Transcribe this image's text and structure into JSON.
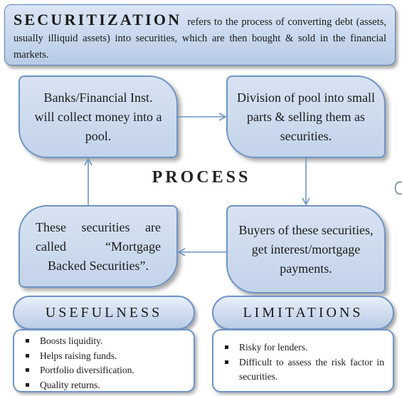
{
  "header": {
    "title": "SECURITIZATION",
    "text": "refers to the process of converting debt (assets, usually illiquid assets) into securities, which are then bought & sold in the financial markets."
  },
  "center_label": "PROCESS",
  "steps": [
    {
      "text": "Banks/Financial Inst. will collect money into a pool."
    },
    {
      "text": "Division of pool into small parts & selling them as securities."
    },
    {
      "text": "Buyers of these securities, get interest/mortgage payments."
    },
    {
      "text": "These securities are called “Mortgage Backed Securities”."
    }
  ],
  "usefulness": {
    "title": "USEFULNESS",
    "items": [
      "Boosts liquidity.",
      "Helps raising funds.",
      "Portfolio diversification.",
      "Quality returns."
    ]
  },
  "limitations": {
    "title": "LIMITATIONS",
    "items": [
      "Risky for lenders.",
      "Difficult to assess the risk factor in securities."
    ]
  },
  "colors": {
    "box_fill": "#c8d7ec",
    "box_border": "#6f93c4",
    "arrow": "#6f93c4"
  }
}
